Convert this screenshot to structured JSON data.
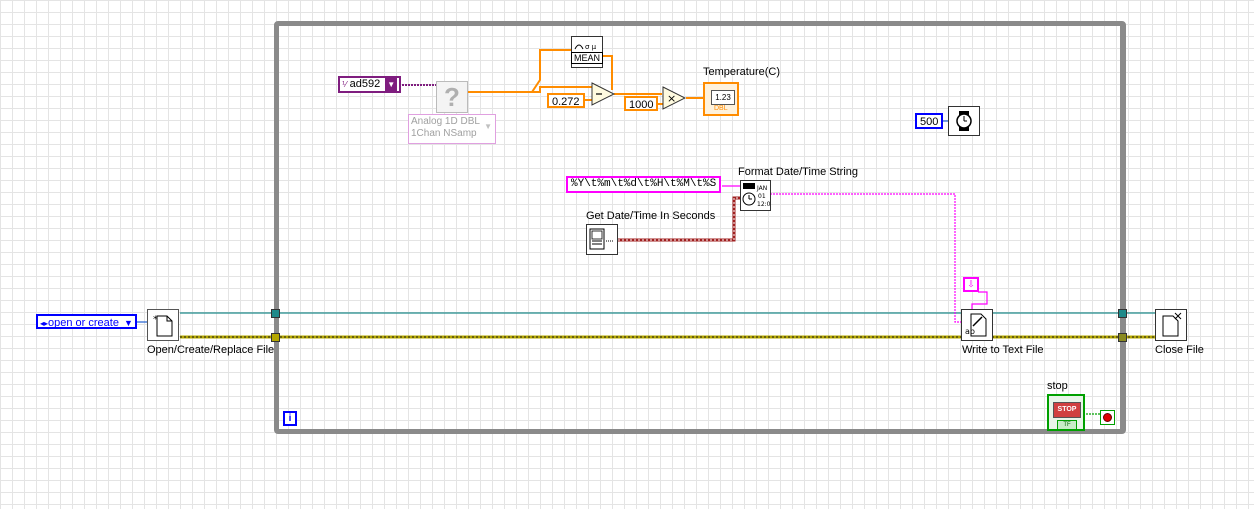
{
  "controls": {
    "open_mode": "open or create",
    "channel": "ad592",
    "scale": "0.272",
    "multiplier": "1000",
    "wait_ms": "500",
    "format_string": "%Y\\t%m\\t%d\\t%H\\t%M\\t%S"
  },
  "nodes": {
    "open_file_label": "Open/Create/Replace File",
    "write_file_label": "Write to Text File",
    "close_file_label": "Close File",
    "daq_read_line1": "Analog 1D DBL",
    "daq_read_line2": "1Chan NSamp",
    "mean_label": "MEAN",
    "temperature_label": "Temperature(C)",
    "temperature_display": "1.23",
    "temperature_type": "DBL",
    "format_date_label": "Format Date/Time String",
    "get_date_label": "Get Date/Time In Seconds",
    "stop_label": "stop",
    "stop_button": "STOP",
    "stop_type": "TF",
    "iteration": "i"
  },
  "colors": {
    "loop_frame": "#8a8a8a",
    "numeric_wire": "#ff8c00",
    "string_wire": "#ff00ff",
    "refnum_wire": "#1e8a8a",
    "error_wire": "#b5a800",
    "daq_wire": "#7f1d7f",
    "timestamp_wire": "#a02020",
    "int_constant": "#0000ff"
  }
}
